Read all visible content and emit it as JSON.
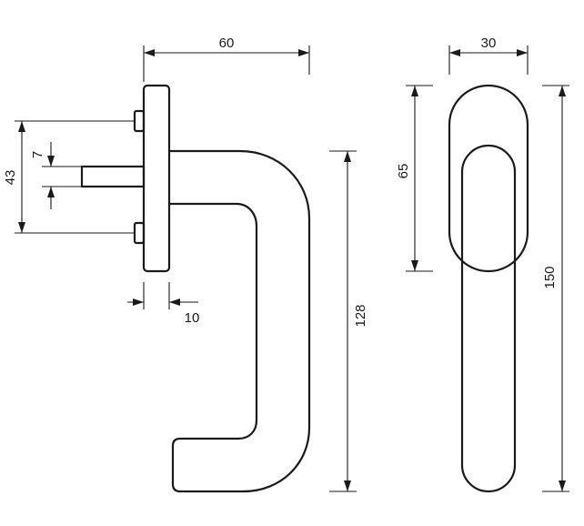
{
  "side_view": {
    "overall_depth": "60",
    "spindle_size": "7",
    "screw_spacing": "43",
    "rose_thickness": "10",
    "handle_height": "128"
  },
  "front_view": {
    "rose_width": "30",
    "rose_height": "65",
    "overall_height": "150"
  }
}
